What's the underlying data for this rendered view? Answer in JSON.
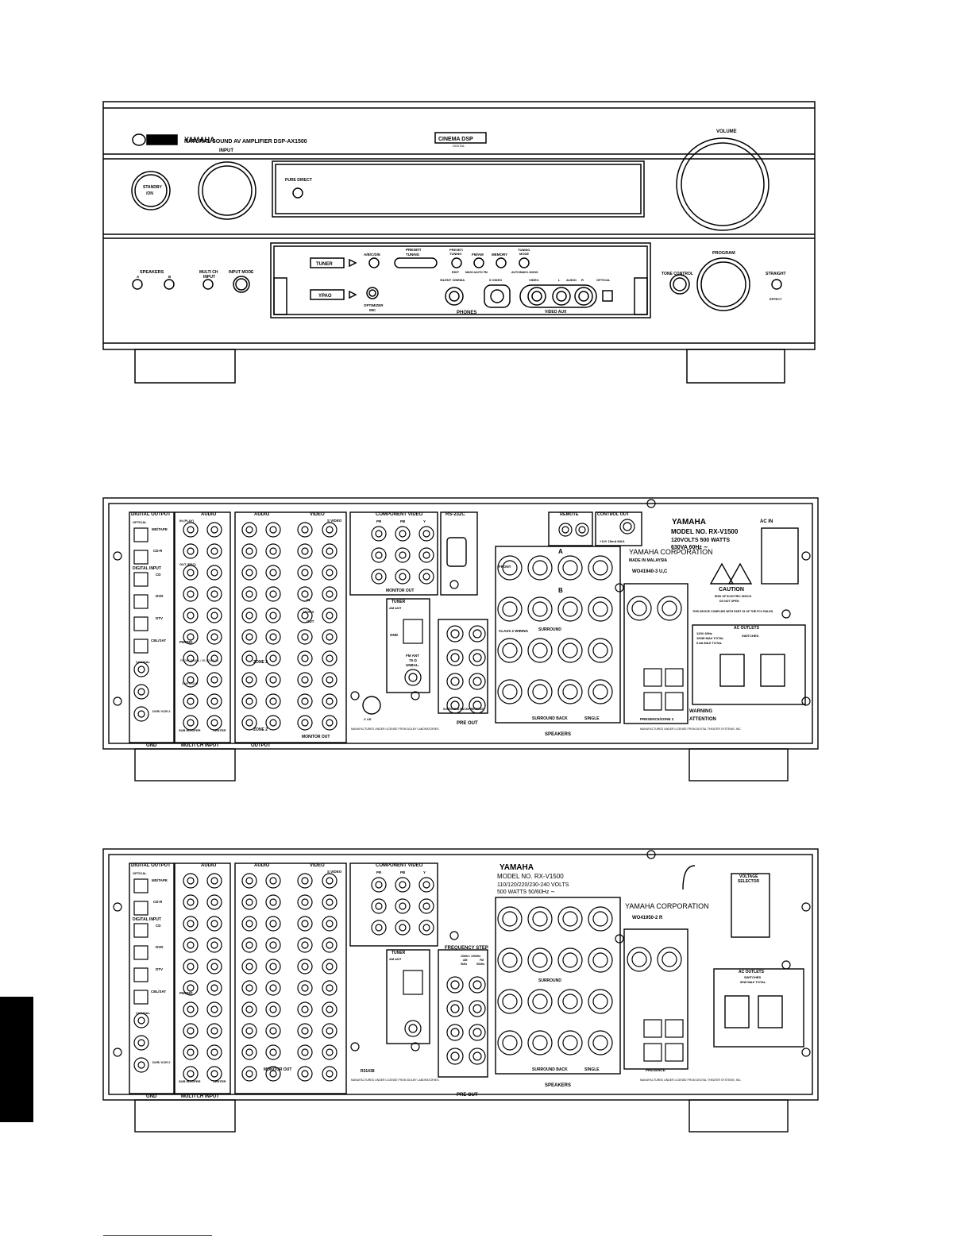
{
  "front": {
    "brand": "YAMAHA",
    "model_line": "NATURAL SOUND AV AMPLIFIER  DSP-AX1500",
    "cinema_logo": "CINEMA DSP",
    "cinema_sub": "DIGITAL",
    "input": "INPUT",
    "volume": "VOLUME",
    "standby_on": [
      "STANDBY",
      "/ON"
    ],
    "pure_direct": "PURE DIRECT",
    "speakers": "SPEAKERS",
    "speakers_a": "A",
    "speakers_b": "B",
    "multi_ch_input": [
      "MULTI CH",
      "INPUT"
    ],
    "input_mode": "INPUT MODE",
    "tuner": "TUNER",
    "ypao": "YPAO",
    "abcde": "A/B/C/D/E",
    "preset_tuning": [
      "PRESET/",
      "TUNING"
    ],
    "preset_tuning_edit": [
      "PRESET/",
      "TUNING"
    ],
    "edit": "EDIT",
    "fm_am": "FM/AM",
    "memory": "MEMORY",
    "tuning_mode": [
      "TUNING",
      "MODE"
    ],
    "man_auto": "MAN'L/AUTO FM",
    "auto_man": "AUTO/MAN'L MONO",
    "select_cinema": "SILENT CINEMA",
    "s_video": "S VIDEO",
    "video": "VIDEO",
    "audio_l": "L",
    "audio": "AUDIO",
    "audio_r": "R",
    "optical": "OPTICAL",
    "optimizer_mic": [
      "OPTIMIZER",
      "MIC"
    ],
    "phones": "PHONES",
    "video_aux": "VIDEO AUX",
    "tone_control": "TONE CONTROL",
    "program": "PROGRAM",
    "straight": "STRAIGHT",
    "effect": "EFFECT"
  },
  "rear1": {
    "digital_output": "DIGITAL OUTPUT",
    "optical": "OPTICAL",
    "md_tape": "MD/TAPE",
    "cd_r": "CD-R",
    "digital_input": "DIGITAL INPUT",
    "cd": "CD",
    "dvd": "DVD",
    "dtv": "DTV",
    "cbl_sat": "CBL/SAT",
    "coaxial": "COAXIAL",
    "dvr_vcr2": "DVR/ VCR 2",
    "gnd": "GND",
    "audio": "AUDIO",
    "video": "VIDEO",
    "s_video": "S VIDEO",
    "in_play": "IN (PLAY)",
    "out_rec": "OUT (REC)",
    "phono": "PHONO",
    "front_main": "FRONT (MAIN) / SB (SINGLE)",
    "surround": "SURROUND",
    "sub_woofer": "SUB WOOFER",
    "center": "CENTER",
    "multi_ch_input": "MULTI CH INPUT",
    "zone2": "ZONE 2",
    "output": "OUTPUT",
    "in": "IN",
    "out": "OUT",
    "vcr1": "VCR 1",
    "monitor_out": "MONITOR OUT",
    "component_video": "COMPONENT VIDEO",
    "pr": "PR",
    "pb": "PB",
    "y": "Y",
    "rs232c": "RS-232C",
    "tuner": "TUNER",
    "am_ant": "AM ANT",
    "fm_ant": [
      "FM ANT",
      "75 Ω",
      "UNBAL."
    ],
    "remote": "REMOTE",
    "control_out": "CONTROL OUT",
    "control_out_spec": "+12V  15mA MAX.",
    "brand": "YAMAHA",
    "model_no": "MODEL NO.  RX-V1500",
    "power_spec": [
      "120VOLTS  500 WATTS",
      "630VA      60Hz ∼"
    ],
    "corporation": "YAMAHA CORPORATION",
    "made_in": "MADE IN MALAYSIA",
    "serial": "WO41940-3 U,C",
    "ac_in": "AC IN",
    "caution": "CAUTION",
    "caution_sub": [
      "RISK OF ELECTRIC SHOCK",
      "DO NOT OPEN"
    ],
    "fcc": "THIS DEVICE COMPLIES WITH PART 15 OF THE FCC RULES.",
    "ac_outlets": "AC OUTLETS",
    "ac_spec": [
      "120V   60Hz",
      "100W MAX TOTAL",
      "0.8A MAX TOTAL"
    ],
    "switched": "SWITCHED",
    "warning": "WARNING",
    "attention": "ATTENTION",
    "speakers": "SPEAKERS",
    "front": "FRONT",
    "a": "A",
    "b": "B",
    "surround_back": "SURROUND BACK",
    "single": "SINGLE",
    "presence_zone2": "PRESENCE/ZONE 2",
    "pre_out": "PRE OUT",
    "class2": "CLASS 2 WIRING",
    "surround_back_presence": "SURROUND BACK/PRESENCE",
    "c_us": "C   US",
    "dolby_note": "MANUFACTURED UNDER LICENSE FROM DOLBY LABORATORIES.",
    "dts_note": "MANUFACTURED UNDER LICENSE FROM DIGITAL THEATER SYSTEMS, INC."
  },
  "rear2": {
    "brand": "YAMAHA",
    "model_no": "MODEL NO.  RX-V1500",
    "power_spec": [
      "110/120/220/230-240 VOLTS",
      "500 WATTS 50/60Hz ∼"
    ],
    "corporation": "YAMAHA CORPORATION",
    "serial": "WO41950-2 R",
    "voltage_selector": [
      "VOLTAGE",
      "SELECTOR"
    ],
    "ac_outlets": "AC OUTLETS",
    "ac_spec": [
      "SWITCHED",
      "50W MAX TOTAL"
    ],
    "frequency_step": "FREQUENCY STEP",
    "freq_fm": "10kHz / 100kHz",
    "freq_am": [
      "AM",
      "FM"
    ],
    "freq_khz": [
      "9kHz",
      "50kHz"
    ],
    "presence": "PRESENCE",
    "r_code": "R31438"
  }
}
